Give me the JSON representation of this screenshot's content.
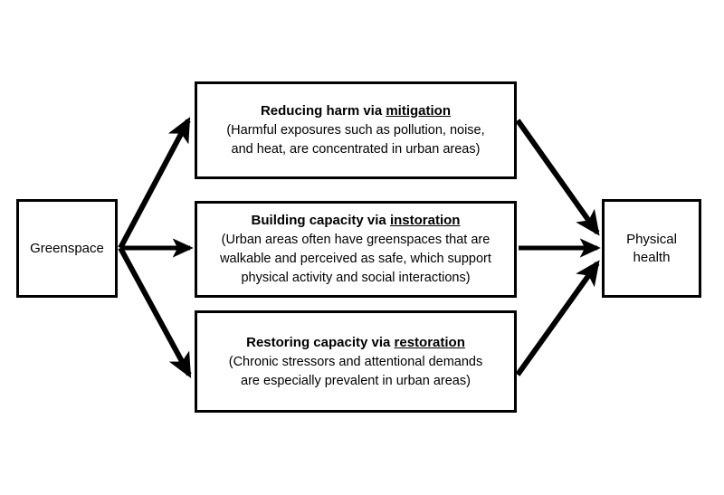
{
  "diagram": {
    "type": "pathway-flow-diagram",
    "background_color": "#ffffff",
    "line_color": "#000000",
    "source": {
      "id": "greenspace",
      "label": "Greenspace"
    },
    "outcome": {
      "id": "physical-health",
      "label": "Physical\nhealth"
    },
    "mediators": [
      {
        "id": "mitigation",
        "title_prefix": "Reducing harm via ",
        "title_keyword": "mitigation",
        "body": "(Harmful exposures such as pollution, noise,\nand heat, are concentrated in urban areas)"
      },
      {
        "id": "instoration",
        "title_prefix": "Building capacity via ",
        "title_keyword": "instoration",
        "body": "(Urban areas often have greenspaces that are\nwalkable and perceived as safe, which support\nphysical activity and social interactions)"
      },
      {
        "id": "restoration",
        "title_prefix": "Restoring capacity via ",
        "title_keyword": "restoration",
        "body": "(Chronic stressors and attentional demands\nare especially prevalent in urban areas)"
      }
    ],
    "arrows": [
      {
        "id": "greenspace-to-mitigation",
        "from": "greenspace",
        "to": "mitigation"
      },
      {
        "id": "greenspace-to-instoration",
        "from": "greenspace",
        "to": "instoration"
      },
      {
        "id": "greenspace-to-restoration",
        "from": "greenspace",
        "to": "restoration"
      },
      {
        "id": "mitigation-to-physical-health",
        "from": "mitigation",
        "to": "physical-health"
      },
      {
        "id": "instoration-to-physical-health",
        "from": "instoration",
        "to": "physical-health"
      },
      {
        "id": "restoration-to-physical-health",
        "from": "restoration",
        "to": "physical-health"
      }
    ]
  }
}
